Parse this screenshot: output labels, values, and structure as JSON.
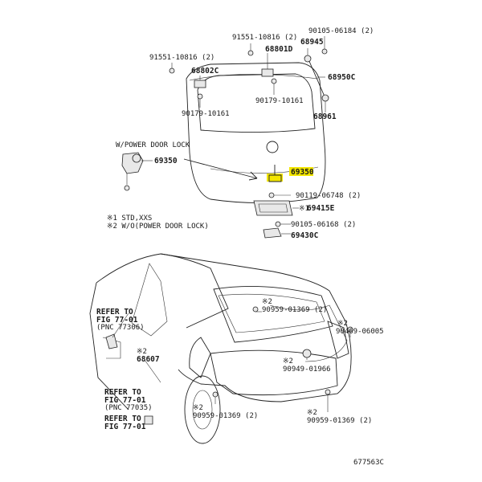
{
  "labels": {
    "p91551_top": "91551-10816 (2)",
    "p91551_left": "91551-10816 (2)",
    "p90105_top": "90105-06184 (2)",
    "p68945": "68945",
    "p68801d": "68801D",
    "p68802c": "68802C",
    "p68950c": "68950C",
    "p90179": "90179-10161",
    "p90179_left": "90179-10161",
    "p68961": "68961",
    "wpower_title": "W/POWER DOOR LOCK",
    "p69350_left": "69350",
    "p69350_right": "69350",
    "p90119": "90119-06748 (2)",
    "mark1_a": "※1",
    "p69415e": "69415E",
    "p90105_mid": "90105-06168 (2)",
    "p69430c": "69430C",
    "note1": "※1 STD,XXS",
    "note2": "※2 W/O(POWER DOOR LOCK)",
    "mark2_a": "※2",
    "p90959_a": "90959-01369 (2)",
    "refer1_l1": "REFER TO",
    "refer1_l2": "FIG 77-01",
    "refer1_l3": "(PNC 77306)",
    "mark2_b": "※2",
    "p90469": "90469-06005",
    "mark2_c": "※2",
    "p68607": "68607",
    "mark2_d": "※2",
    "p90949": "90949-01966",
    "refer2_l1": "REFER TO",
    "refer2_l2": "FIG 77-01",
    "refer2_l3": "(PNC 77035)",
    "refer3_l1": "REFER TO",
    "refer3_l2": "FIG 77-01",
    "mark2_e": "※2",
    "p90959_b": "90959-01369 (2)",
    "mark2_f": "※2",
    "p90959_c": "90959-01369 (2)",
    "fig_code": "677563C"
  },
  "colors": {
    "highlight": "#f3e600",
    "ink": "#222222"
  }
}
